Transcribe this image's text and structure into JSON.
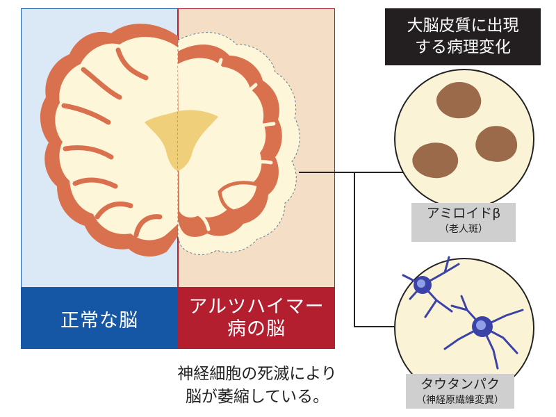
{
  "title_box": {
    "line1": "大脳皮質に出現",
    "line2": "する病理変化"
  },
  "panels": {
    "normal_label": "正常な脳",
    "alzheimer_line1": "アルツハイマー",
    "alzheimer_line2": "病の脳"
  },
  "caption": {
    "line1": "神経細胞の死滅により",
    "line2": "脳が萎縮している。"
  },
  "tags": {
    "amyloid_main": "アミロイドβ",
    "amyloid_sub": "（老人斑）",
    "tau_main": "タウタンパク",
    "tau_sub": "（神経原繊維変異）"
  },
  "colors": {
    "normal_blue": "#1557a5",
    "alzheimer_red": "#b41f2f",
    "cortex_orange": "#d9714e",
    "white_matter": "#fdf6d8",
    "ventricle": "#f0cf7a",
    "plaque_brown": "#9b6a4a",
    "neuron_blue": "#3b43a8"
  }
}
